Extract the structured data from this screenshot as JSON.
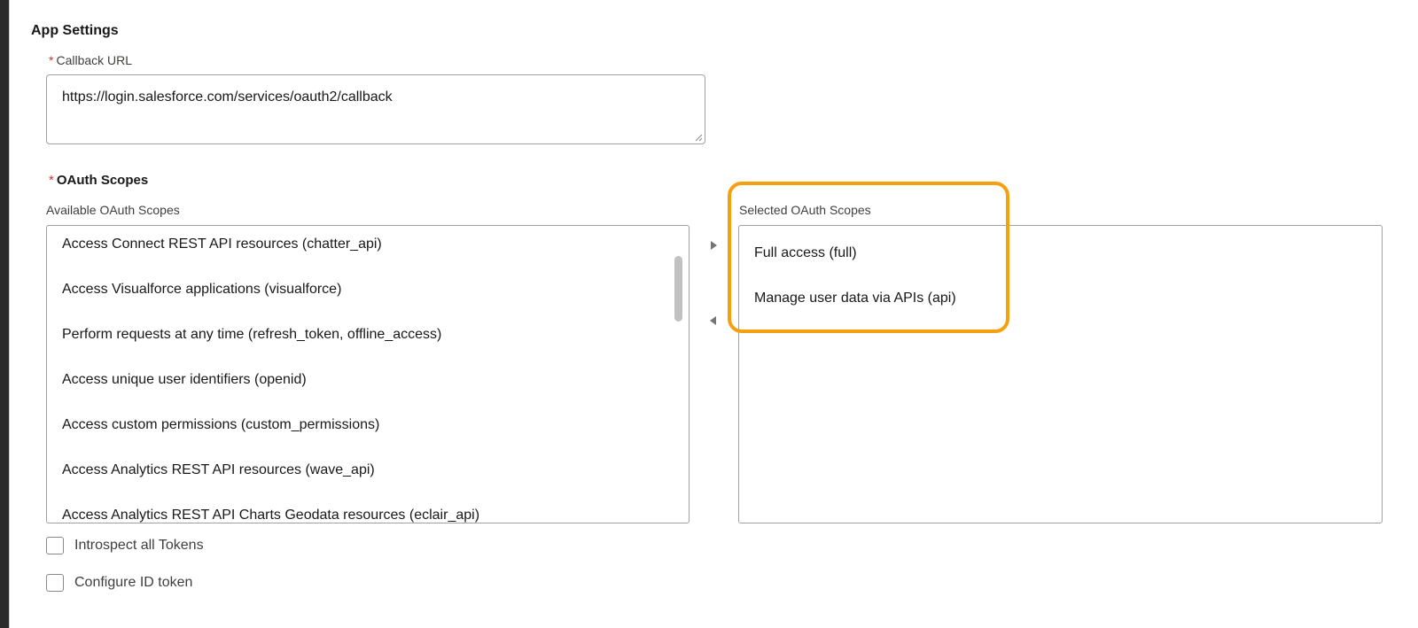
{
  "app_settings": {
    "title": "App Settings",
    "required_marker": "*",
    "callback_url": {
      "label": "Callback URL",
      "value": "https://login.salesforce.com/services/oauth2/callback"
    },
    "oauth_scopes": {
      "title": "OAuth Scopes",
      "available_label": "Available OAuth Scopes",
      "selected_label": "Selected OAuth Scopes",
      "available": [
        "Access Connect REST API resources (chatter_api)",
        "Access Visualforce applications (visualforce)",
        "Perform requests at any time (refresh_token, offline_access)",
        "Access unique user identifiers (openid)",
        "Access custom permissions (custom_permissions)",
        "Access Analytics REST API resources (wave_api)",
        "Access Analytics REST API Charts Geodata resources (eclair_api)"
      ],
      "selected": [
        "Full access (full)",
        "Manage user data via APIs (api)"
      ]
    },
    "checkboxes": [
      {
        "label": "Introspect all Tokens",
        "checked": false
      },
      {
        "label": "Configure ID token",
        "checked": false
      }
    ]
  },
  "colors": {
    "highlight": "#f5a00f",
    "required": "#c23934"
  },
  "icons": {
    "add": "triangle-right-icon",
    "remove": "triangle-left-icon"
  }
}
